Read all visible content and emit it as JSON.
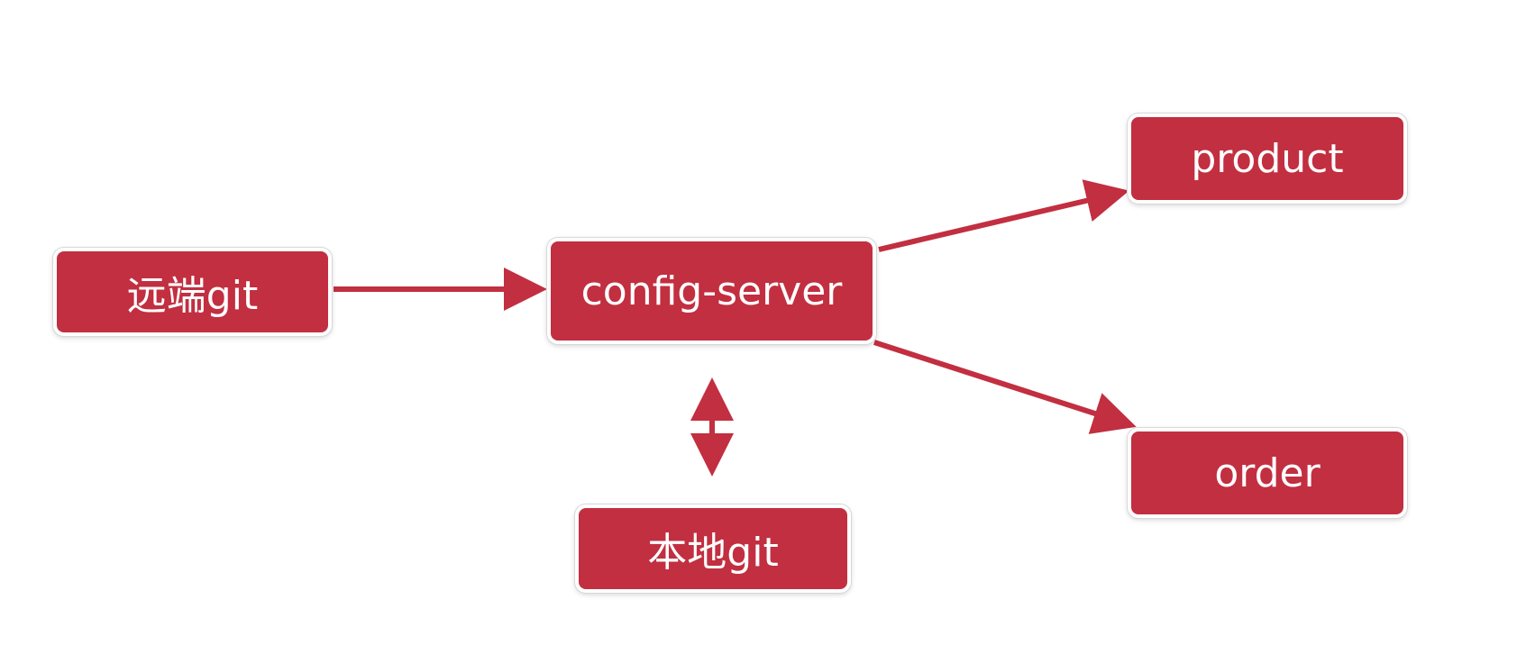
{
  "diagram": {
    "accent_color": "#c22f40",
    "nodes": {
      "remote_git": "远端git",
      "config_server": "config-server",
      "local_git": "本地git",
      "product": "product",
      "order": "order"
    },
    "edges": [
      {
        "from": "remote_git",
        "to": "config_server",
        "direction": "one-way"
      },
      {
        "from": "config_server",
        "to": "local_git",
        "direction": "two-way"
      },
      {
        "from": "config_server",
        "to": "product",
        "direction": "one-way"
      },
      {
        "from": "config_server",
        "to": "order",
        "direction": "one-way"
      }
    ]
  }
}
